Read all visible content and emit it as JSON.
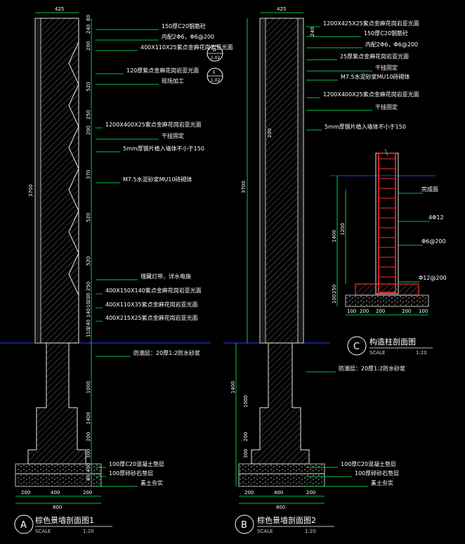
{
  "section_a": {
    "width_dim": "425",
    "overall_height": "3700",
    "dims_right": [
      "80",
      "240",
      "200",
      "520",
      "250",
      "200",
      "370",
      "520",
      "520",
      "250",
      "200",
      "10",
      "140",
      "240",
      "110"
    ],
    "dims_below": [
      "1000",
      "1400",
      "200",
      "300",
      "400",
      "80"
    ],
    "callouts": [
      "150厚C20钢筋砼",
      "内配2Φ6，Φ6@200",
      "400X110X25紫点金麻花岗岩亚光面",
      "120厚紫点金麻花岗岩亚光面",
      "现场加工",
      "1200X400X25紫点金麻花岗岩亚光面",
      "干挂固定",
      "5mm厚钢片植入墙体不小于150",
      "M7.5水泥砂浆MU10砖砌体",
      "埋藏灯带，详水电施",
      "400X150X140紫点金麻花岗岩亚光面",
      "400X110X35紫点金麻花岗岩亚光面",
      "400X215X25紫点金麻花岗岩亚光面",
      "防潮层：20厚1:2防水砂浆",
      "100厚C20混凝土垫层",
      "100厚碎砂石垫层",
      "素土夯实"
    ],
    "bottom_dims": [
      "200",
      "400",
      "200"
    ],
    "bottom_total": "800",
    "bubble_letter": "A",
    "title": "棕色景墙剖面图1",
    "scale_label": "SCALE",
    "scale_value": "1:20",
    "detail_refs": [
      {
        "letter": "D",
        "sheet": "1.02"
      },
      {
        "letter": "E",
        "sheet": "1.02"
      }
    ]
  },
  "section_b": {
    "width_dim": "425",
    "overall_height": "3700",
    "dims_right": [
      "240"
    ],
    "dims_left": [
      "200"
    ],
    "dims_below": [
      "1400",
      "1000",
      "200",
      "300"
    ],
    "callouts": [
      "1200X425X25紫点金麻花岗岩亚光面",
      "150厚C20钢筋砼",
      "内配2Φ6，Φ6@200",
      "25厚紫点金麻花岗岩亚光面",
      "干挂固定",
      "M7.5水泥砂浆MU10砖砌体",
      "1200X400X25紫点金麻花岗岩亚光面",
      "干挂固定",
      "5mm厚钢片植入墙体不小于150",
      "防潮层：20厚1:2防水砂浆",
      "100厚C20混凝土垫层",
      "100厚碎砂石垫层",
      "素土夯实"
    ],
    "bottom_dims": [
      "200",
      "400",
      "200"
    ],
    "bottom_total": "800",
    "bubble_letter": "B",
    "title": "棕色景墙剖面图2",
    "scale_label": "SCALE",
    "scale_value": "1:20"
  },
  "section_c": {
    "dims_left": [
      "1400",
      "1200",
      "250",
      "100"
    ],
    "callouts": [
      "完成面",
      "4Φ12",
      "Φ6@200",
      "Φ12@200"
    ],
    "bottom_dims": [
      "100",
      "200",
      "200",
      "200",
      "100"
    ],
    "bubble_letter": "C",
    "title": "构造柱剖面图",
    "scale_label": "SCALE",
    "scale_value": "1:20"
  },
  "colors": {
    "background": "#000000",
    "wall_outline": "#e8e8e8",
    "dimension": "#00ff66",
    "leader": "#00ff66",
    "ground_line": "#2a3cff",
    "rebar": "#ff2a2a",
    "hatch": "#7a7a7a",
    "text": "#ffffff"
  }
}
